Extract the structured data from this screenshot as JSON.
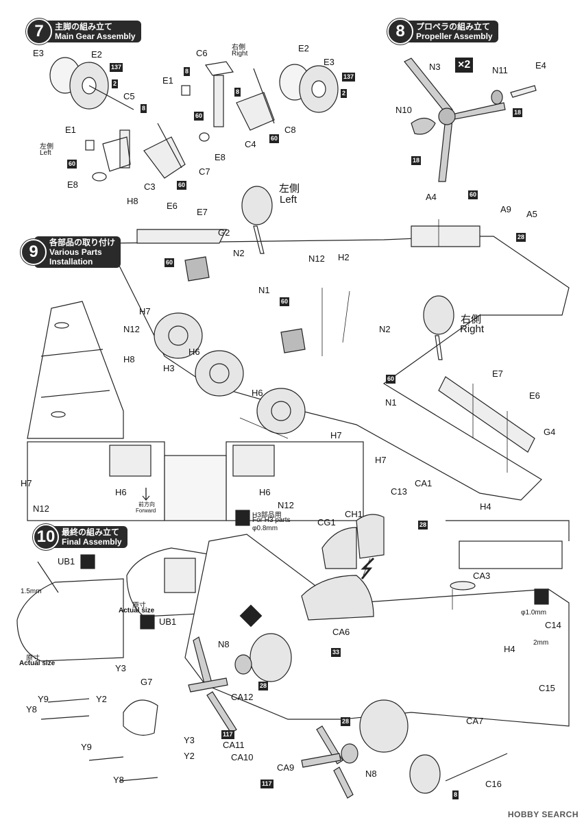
{
  "steps": {
    "s7": {
      "num": "7",
      "jp": "主脚の組み立て",
      "en": "Main Gear Assembly"
    },
    "s8": {
      "num": "8",
      "jp": "プロペラの組み立て",
      "en": "Propeller Assembly"
    },
    "s9": {
      "num": "9",
      "jp": "各部品の取り付け",
      "en1": "Various Parts",
      "en2": "Installation"
    },
    "s10": {
      "num": "10",
      "jp": "最終の組み立て",
      "en": "Final Assembly"
    }
  },
  "s7_labels": {
    "right_jp": "右側",
    "right_en": "Right",
    "left_jp": "左側",
    "left_en": "Left",
    "E3a": "E3",
    "E2a": "E2",
    "C5": "C5",
    "E1a": "E1",
    "E8a": "E8",
    "C3": "C3",
    "C7": "C7",
    "C6": "C6",
    "E1b": "E1",
    "E8b": "E8",
    "C4": "C4",
    "C8": "C8",
    "E2b": "E2",
    "E3b": "E3"
  },
  "s8_labels": {
    "N3": "N3",
    "N11": "N11",
    "E4": "E4",
    "N10": "N10",
    "x2": "×2"
  },
  "s9_labels": {
    "left_jp": "左側",
    "left_en": "Left",
    "right_jp": "右側",
    "right_en": "Right",
    "H8a": "H8",
    "E6a": "E6",
    "E7a": "E7",
    "G2": "G2",
    "N2a": "N2",
    "N12a": "N12",
    "H2": "H2",
    "N1a": "N1",
    "H7a": "H7",
    "N12b": "N12",
    "H6a": "H6",
    "H3": "H3",
    "H6b": "H6",
    "N2b": "N2",
    "N1b": "N1",
    "H7b": "H7",
    "A4": "A4",
    "A9": "A9",
    "A5": "A5",
    "E7b": "E7",
    "E6b": "E6",
    "G4": "G4",
    "H8b": "H8",
    "H7c": "H7",
    "N12c": "N12",
    "H6c": "H6",
    "H6d": "H6",
    "N12d": "N12",
    "H7d": "H7",
    "forward_jp": "前方向",
    "forward_en": "Forward",
    "h3_jp": "H3部品用",
    "h3_en": "For H3 parts",
    "h3_dia": "φ0.8mm",
    "H4": "H4"
  },
  "s10_labels": {
    "UB1a": "UB1",
    "UB1b": "UB1",
    "mm15": "1.5mm",
    "actual_jp": "原寸",
    "actual_en": "Actual size",
    "actual_jp2": "原寸",
    "actual_en2": "Actual size",
    "CA1": "CA1",
    "C13": "C13",
    "CH1": "CH1",
    "CG1": "CG1",
    "CA3": "CA3",
    "C14": "C14",
    "dia1": "φ1.0mm",
    "H4b": "H4",
    "C15": "C15",
    "mm2": "2mm",
    "CA6": "CA6",
    "N8a": "N8",
    "Y3a": "Y3",
    "G7": "G7",
    "Y9a": "Y9",
    "Y2a": "Y2",
    "Y8a": "Y8",
    "CA12": "CA12",
    "CA11": "CA11",
    "CA10": "CA10",
    "CA9": "CA9",
    "Y3b": "Y3",
    "Y9b": "Y9",
    "Y2b": "Y2",
    "Y8b": "Y8",
    "N8b": "N8",
    "CA7": "CA7",
    "C16": "C16"
  },
  "badges": {
    "b137": "137",
    "b2": "2",
    "b8": "8",
    "b60": "60",
    "b18": "18",
    "b28": "28",
    "b33": "33",
    "b117": "117"
  },
  "watermark": "HOBBY SEARCH",
  "colors": {
    "ink": "#222222",
    "paper": "#ffffff",
    "part_fill": "#e6e6e6"
  }
}
